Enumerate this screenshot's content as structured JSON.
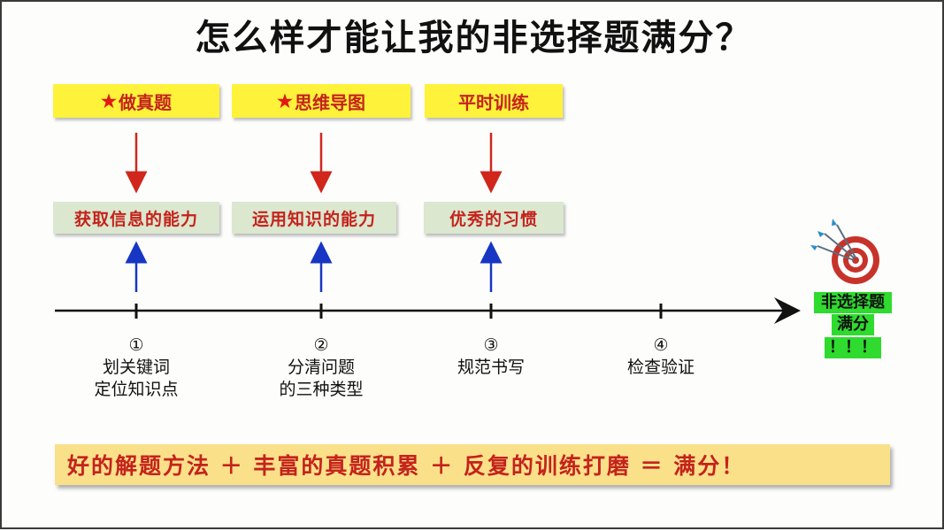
{
  "title": "怎么样才能让我的非选择题满分？",
  "methods": [
    {
      "star": "★",
      "label": "做真题"
    },
    {
      "star": "★",
      "label": "思维导图"
    },
    {
      "star": "",
      "label": "平时训练"
    }
  ],
  "abilities": [
    "获取信息的能力",
    "运用知识的能力",
    "优秀的习惯"
  ],
  "steps": [
    {
      "num": "①",
      "lines": [
        "划关键词",
        "定位知识点"
      ]
    },
    {
      "num": "②",
      "lines": [
        "分清问题",
        "的三种类型"
      ]
    },
    {
      "num": "③",
      "lines": [
        "规范书写"
      ]
    },
    {
      "num": "④",
      "lines": [
        "检查验证"
      ]
    }
  ],
  "goal": {
    "line1": "非选择题",
    "line2": "满分",
    "line3": "！！！",
    "icon": "dartboard-target-icon"
  },
  "formula": "好的解题方法 ＋ 丰富的真题积累 ＋ 反复的训练打磨 ＝ 满分！",
  "colors": {
    "method_bg": "#fff23a",
    "ability_bg": "#dbe7cf",
    "text_red": "#c4231c",
    "arrow_down": "#d0261c",
    "arrow_up": "#1736c4",
    "goal_bg": "#2edb2e",
    "banner_bg": "#fbe08a"
  }
}
